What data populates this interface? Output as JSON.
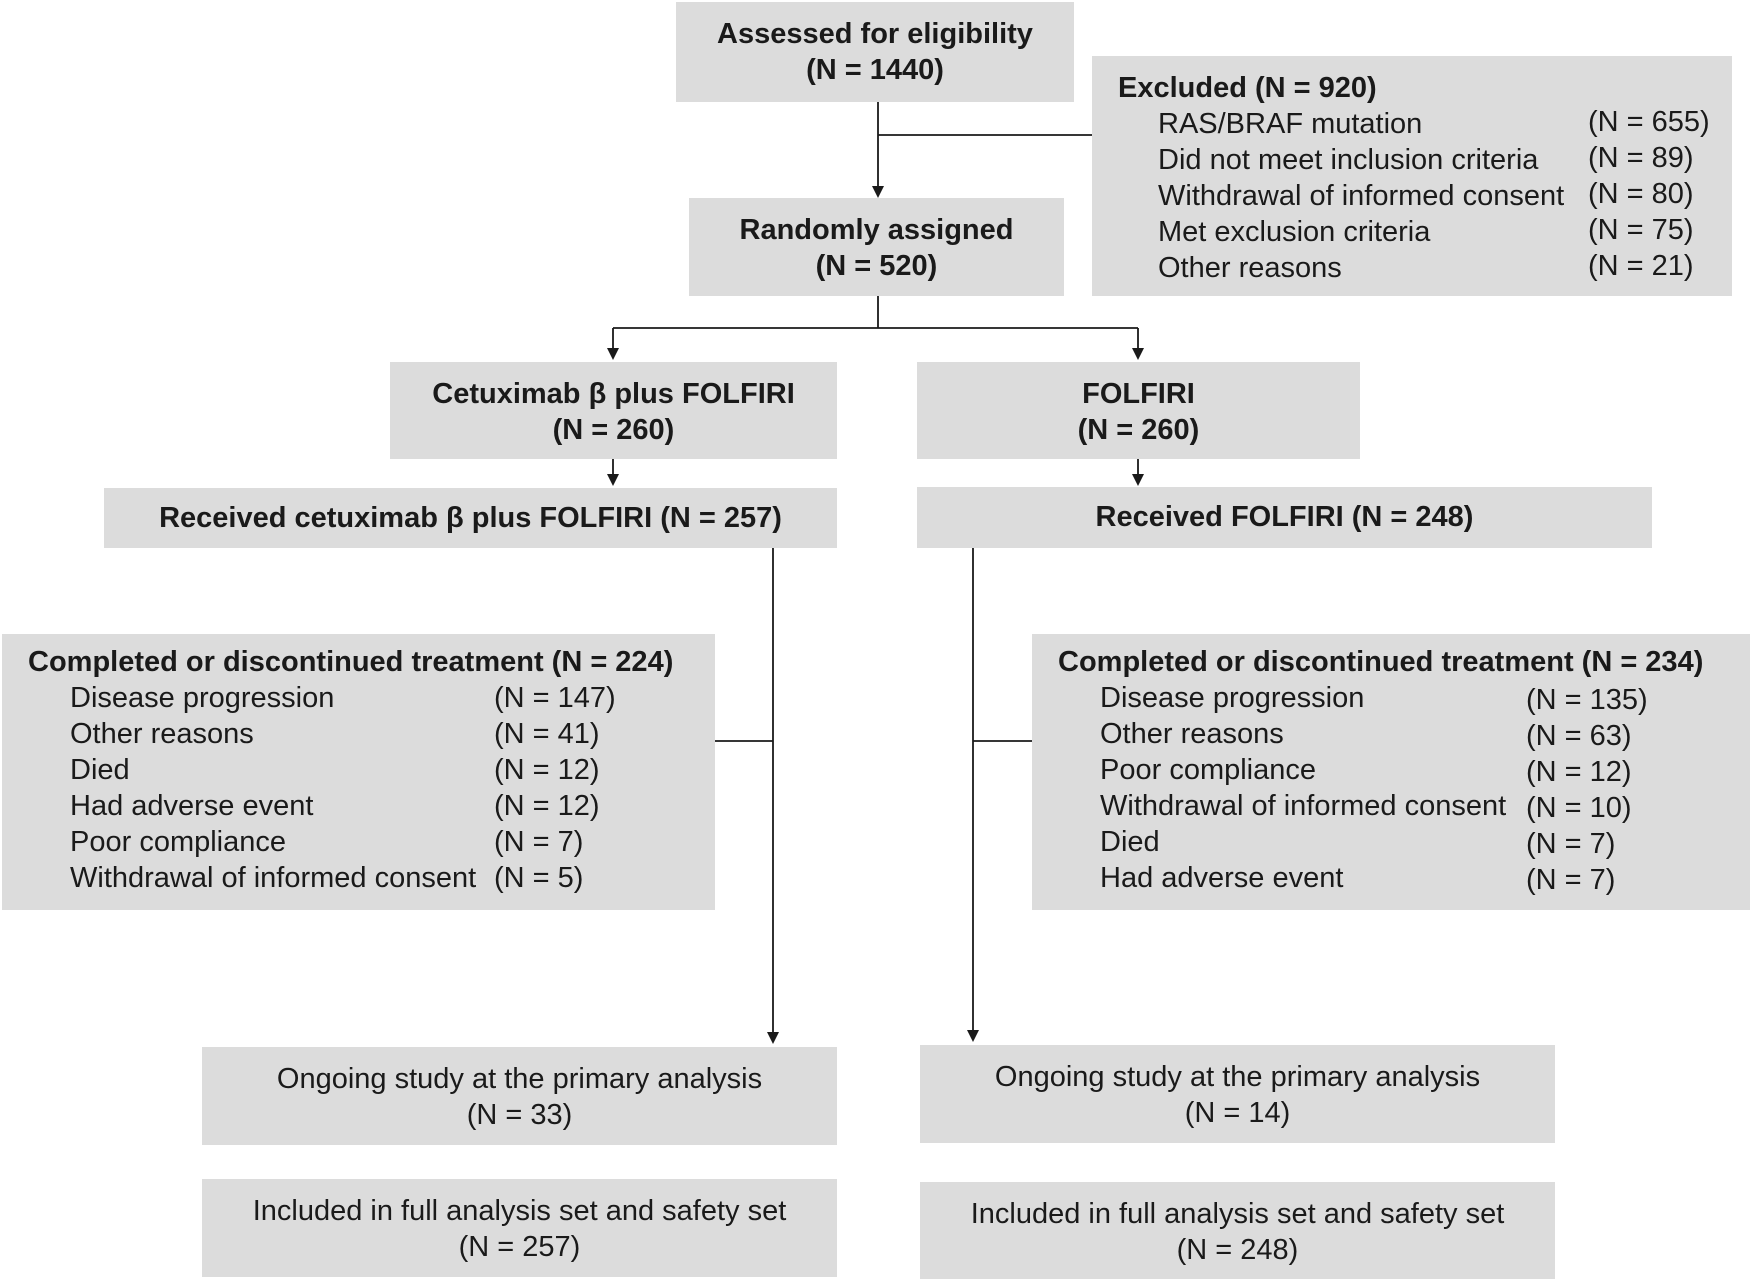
{
  "eligibility": {
    "title": "Assessed for eligibility",
    "n": "(N = 1440)"
  },
  "excluded": {
    "title": "Excluded (N = 920)",
    "items": [
      {
        "label": "RAS/BRAF mutation",
        "n": "(N = 655)"
      },
      {
        "label": "Did not meet inclusion criteria",
        "n": "(N = 89)"
      },
      {
        "label": "Withdrawal of informed consent",
        "n": "(N = 80)"
      },
      {
        "label": "Met exclusion criteria",
        "n": "(N = 75)"
      },
      {
        "label": "Other reasons",
        "n": "(N = 21)"
      }
    ]
  },
  "randomized": {
    "title": "Randomly assigned",
    "n": "(N = 520)"
  },
  "arm_left": {
    "title": "Cetuximab β plus FOLFIRI",
    "n": "(N = 260)",
    "received": "Received cetuximab β plus FOLFIRI (N = 257)",
    "discontinued": {
      "title": "Completed or discontinued treatment (N = 224)",
      "items": [
        {
          "label": "Disease progression",
          "n": "(N = 147)"
        },
        {
          "label": "Other reasons",
          "n": "(N = 41)"
        },
        {
          "label": "Died",
          "n": "(N = 12)"
        },
        {
          "label": "Had adverse event",
          "n": "(N = 12)"
        },
        {
          "label": "Poor compliance",
          "n": "(N = 7)"
        },
        {
          "label": "Withdrawal of informed consent",
          "n": "(N = 5)"
        }
      ]
    },
    "ongoing": {
      "title": "Ongoing study at the primary analysis",
      "n": "(N = 33)"
    },
    "analysis": {
      "title": "Included in full analysis set and safety set",
      "n": "(N = 257)"
    }
  },
  "arm_right": {
    "title": "FOLFIRI",
    "n": "(N = 260)",
    "received": "Received FOLFIRI (N = 248)",
    "discontinued": {
      "title": "Completed or discontinued treatment (N = 234)",
      "items": [
        {
          "label": "Disease progression",
          "n": "(N = 135)"
        },
        {
          "label": "Other reasons",
          "n": "(N = 63)"
        },
        {
          "label": "Poor compliance",
          "n": "(N = 12)"
        },
        {
          "label": "Withdrawal of informed consent",
          "n": "(N = 10)"
        },
        {
          "label": "Died",
          "n": "(N = 7)"
        },
        {
          "label": "Had adverse event",
          "n": "(N = 7)"
        }
      ]
    },
    "ongoing": {
      "title": "Ongoing study at the primary analysis",
      "n": "(N = 14)"
    },
    "analysis": {
      "title": "Included in full analysis set and safety set",
      "n": "(N = 248)"
    }
  },
  "colors": {
    "box_fill": "#dcdcdc",
    "line": "#1a1a1a"
  }
}
